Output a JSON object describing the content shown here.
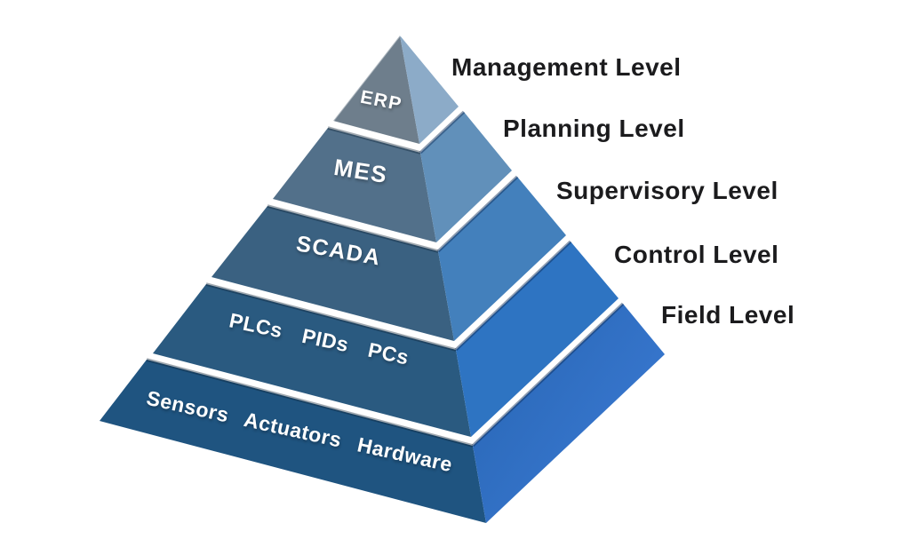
{
  "pyramid": {
    "tiers": [
      {
        "face_label": "ERP",
        "level_label": "Management Level",
        "left_color": "#6e7e8c",
        "right_color": "#8cabc8"
      },
      {
        "face_label": "MES",
        "level_label": "Planning Level",
        "left_color": "#52708a",
        "right_color": "#6190ba"
      },
      {
        "face_label": "SCADA",
        "level_label": "Supervisory Level",
        "left_color": "#3a6181",
        "right_color": "#4380bc"
      },
      {
        "face_label": "PLCs PIDs PCs",
        "level_label": "Control Level",
        "left_color": "#2a5a80",
        "right_color": "#2e74c2"
      },
      {
        "face_label": "Sensors Actuators Hardware",
        "level_label": "Field Level",
        "left_color": "#1f5480",
        "right_color_top": "#2765b2",
        "right_color_bottom": "#3b7ad4"
      }
    ],
    "colors": {
      "face_text": "#ffffff",
      "level_text": "#1b1b1d",
      "background": "#ffffff"
    }
  }
}
